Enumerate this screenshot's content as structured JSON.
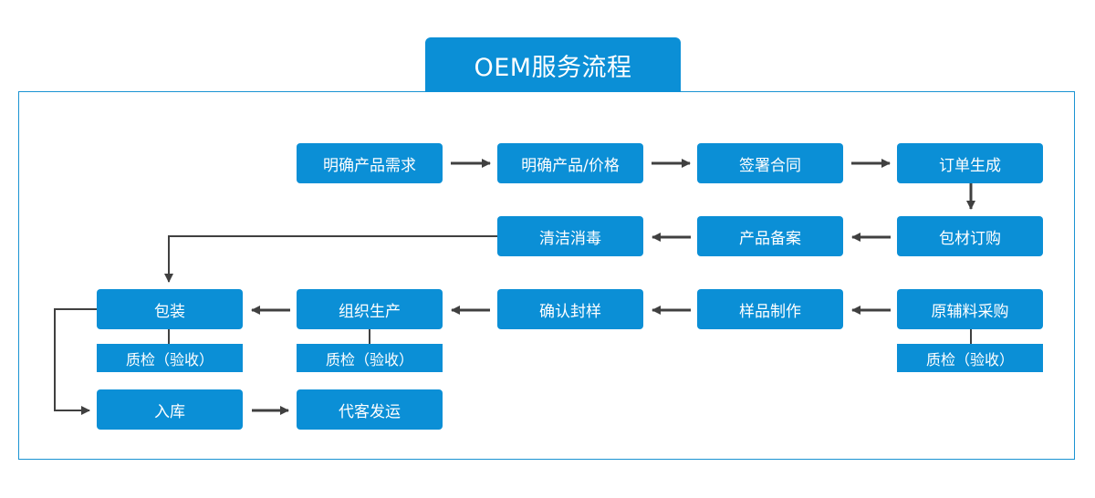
{
  "title": "OEM服务流程",
  "steps": {
    "s1": "明确产品需求",
    "s2": "明确产品/价格",
    "s3": "签署合同",
    "s4": "订单生成",
    "s5": "包材订购",
    "s6": "产品备案",
    "s7": "清洁消毒",
    "s8": "原辅料采购",
    "s9": "样品制作",
    "s10": "确认封样",
    "s11": "组织生产",
    "s12": "包装",
    "s13": "入库",
    "s14": "代客发运"
  },
  "qc": {
    "q1": "质检（验收）",
    "q2": "质检（验收）",
    "q3": "质检（验收）"
  },
  "colors": {
    "node": "#0b8fd6",
    "frame": "#1a93d2",
    "arrow": "#404040"
  }
}
